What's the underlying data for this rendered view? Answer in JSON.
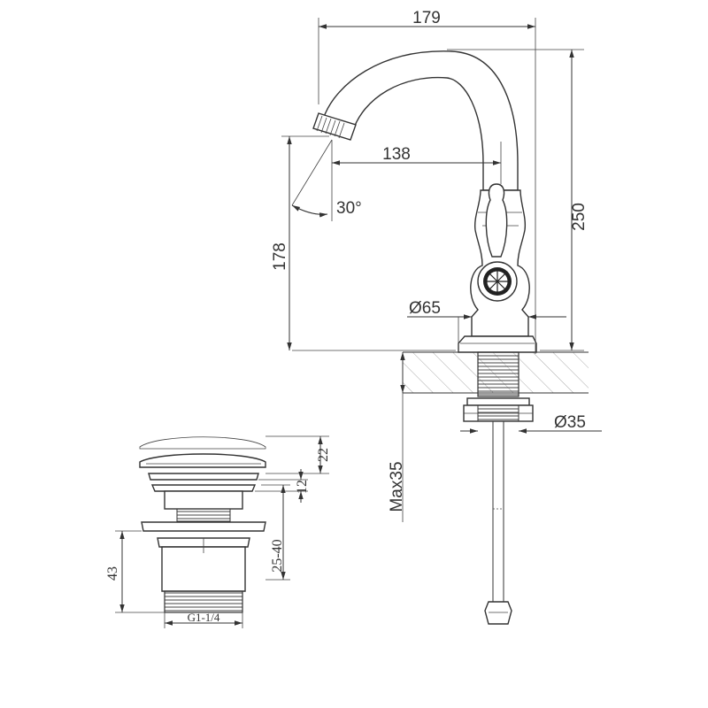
{
  "drawing": {
    "dims": {
      "width_179": "179",
      "reach_138": "138",
      "height_250": "250",
      "height_178": "178",
      "angle_30": "30°",
      "base_dia_65": "Ø65",
      "hole_dia_35": "Ø35",
      "max_35": "Max35"
    },
    "drain": {
      "d22": "22",
      "d12": "12",
      "d43": "43",
      "range": "25-40",
      "thread": "G1-1/4"
    }
  }
}
